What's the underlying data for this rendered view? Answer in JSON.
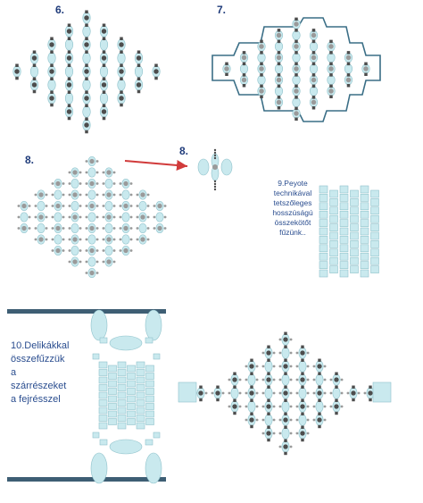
{
  "steps": {
    "s6": "6.",
    "s7": "7.",
    "s8a": "8.",
    "s8b": "8."
  },
  "captions": {
    "step9": [
      "9.Peyote",
      "technikával",
      "tetszőleges",
      "hosszúságú",
      "összekötőt",
      "fűzünk.."
    ],
    "step10": [
      "10.Delikákkal",
      "összefűzzük",
      "a",
      "szárrészeket",
      "a fejrésszel"
    ]
  },
  "colors": {
    "light_bead": "#c9e9ee",
    "light_bead_stroke": "#8fc2cb",
    "dark_bead": "#4d4d4d",
    "mid_bead": "#9a9a9a",
    "arrow": "#d13b3b",
    "bar": "#3e5e74",
    "label": "#2a4d8f"
  }
}
